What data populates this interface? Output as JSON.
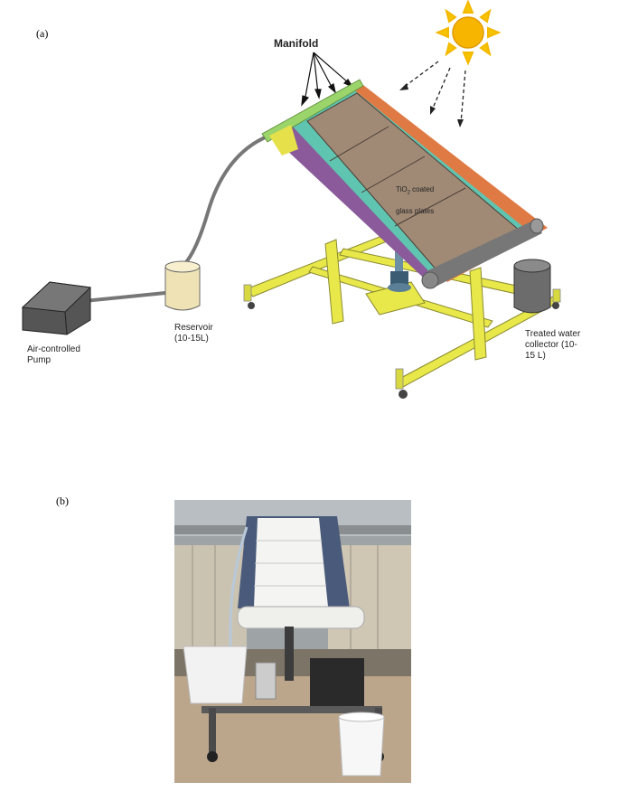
{
  "panels": {
    "a": "(a)",
    "b": "(b)"
  },
  "labels": {
    "manifold": "Manifold",
    "plates_line1": "TiO",
    "plates_sub": "2",
    "plates_line1_rest": " coated",
    "plates_line2": "glass plates",
    "reservoir": "Reservoir\n(10-15L)",
    "pump": "Air-controlled\nPump",
    "collector": "Treated water\ncollector (10-\n15 L)"
  },
  "colors": {
    "sun": "#f5b800",
    "plates": "#a08a76",
    "frame_orange": "#e07a45",
    "frame_purple": "#8a5a9a",
    "frame_teal": "#5fc4b0",
    "stand_yellow": "#e8e84a",
    "manifold_green": "#9ad46a",
    "reservoir": "#efe3b5",
    "pump": "#555555",
    "collector": "#6c6c6c"
  }
}
